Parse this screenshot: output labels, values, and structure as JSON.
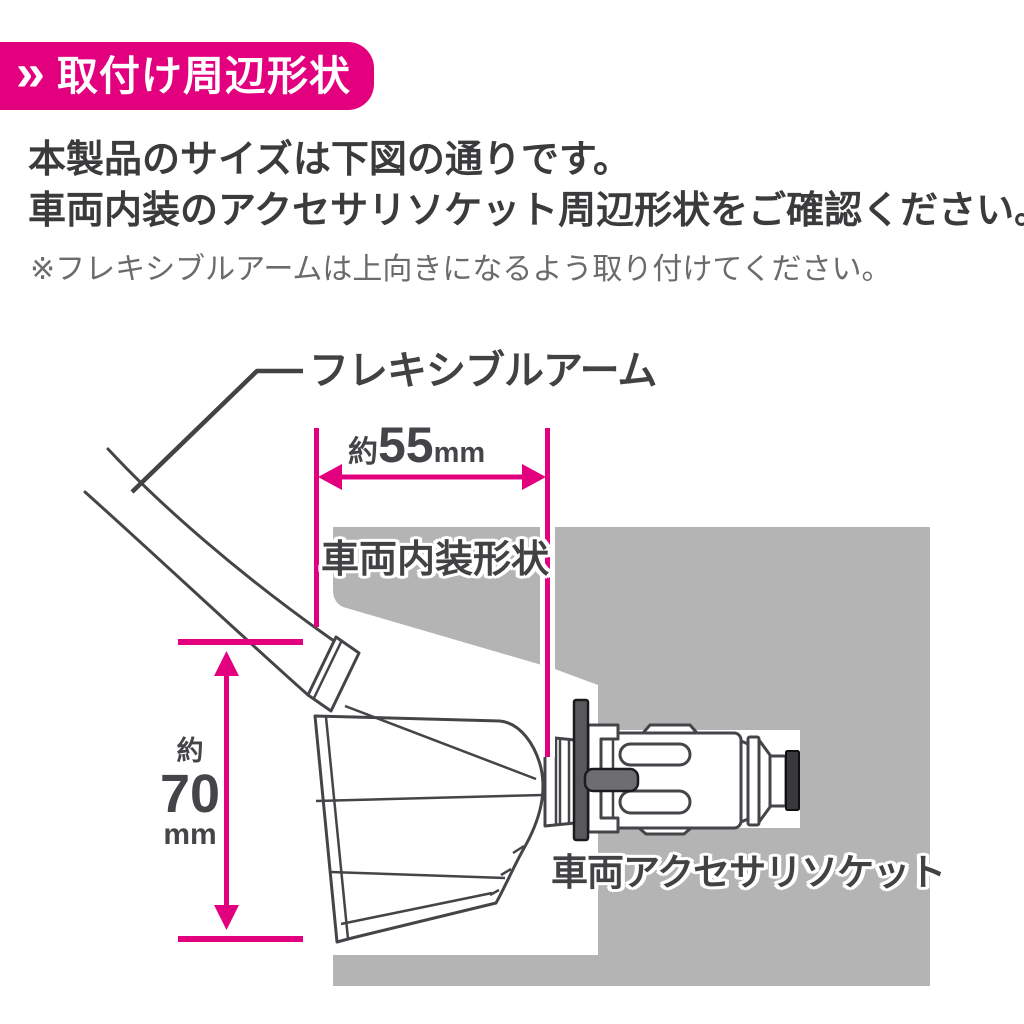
{
  "header": {
    "chevron": "»",
    "title": "取付け周辺形状",
    "bg_color": "#e3007f"
  },
  "intro": {
    "line1": "本製品のサイズは下図の通りです。",
    "line2": "車両内装のアクセサリソケット周辺形状をご確認ください。",
    "note": "※フレキシブルアームは上向きになるよう取り付けてください。"
  },
  "diagram": {
    "labels": {
      "arm": "フレキシブルアーム",
      "interior": "車両内装形状",
      "socket": "車両アクセサリソケット"
    },
    "dimensions": {
      "width": {
        "approx": "約",
        "value": "55",
        "unit": "mm"
      },
      "height": {
        "approx": "約",
        "value": "70",
        "unit": "mm"
      }
    },
    "colors": {
      "dimension": "#e3007f",
      "panel": "#b4b4b4",
      "line_art": "#454549"
    }
  }
}
